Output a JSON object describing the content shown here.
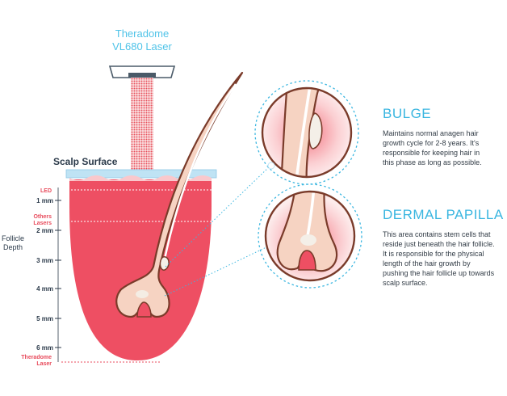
{
  "laser": {
    "name_line1": "Theradome",
    "name_line2": "VL680 Laser"
  },
  "scalp_label": "Scalp Surface",
  "depth_axis": {
    "title_line1": "Follicle",
    "title_line2": "Depth",
    "ticks": [
      "1 mm",
      "2 mm",
      "3 mm",
      "4 mm",
      "5 mm",
      "6 mm"
    ],
    "markers": {
      "led": "LED",
      "others_line1": "Others",
      "others_line2": "Lasers",
      "theradome_line1": "Theradome",
      "theradome_line2": "Laser"
    }
  },
  "bulge": {
    "heading": "BULGE",
    "lines": [
      "Maintains normal anagen hair",
      "growth cycle for 2-8 years. It's",
      "responsible for keeping hair in",
      "this phase as long as possible."
    ]
  },
  "dermal": {
    "heading": "DERMAL PAPILLA",
    "lines": [
      "This area contains stem cells that",
      "reside just beneath the hair follicle.",
      "It is responsible for the physical",
      "length of the hair growth by",
      "pushing the hair follicle up towards",
      "scalp surface."
    ]
  },
  "colors": {
    "tissue": "#ee4f63",
    "laser_beam": "#e8505c",
    "accent_blue": "#3ab6e0",
    "follicle_outline": "#7a3b2a",
    "hair_fill": "#f6d3c2",
    "scalp_band": "#bfe3f4"
  }
}
